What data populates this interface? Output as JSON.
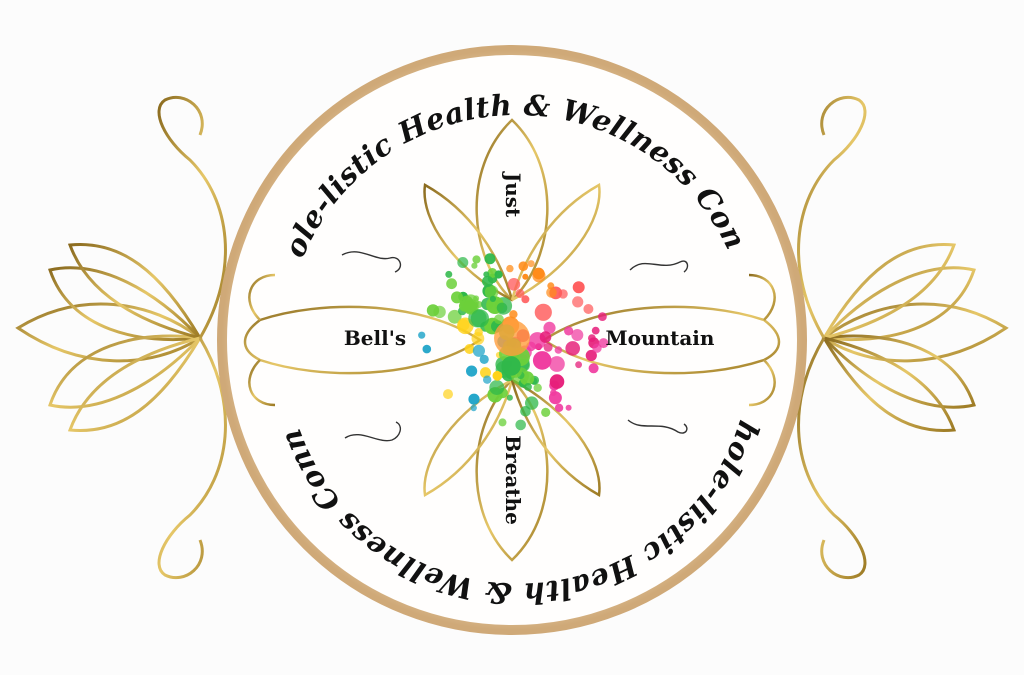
{
  "logo": {
    "arc_text_top": "The Whole-listic Health & Wellness Connection",
    "arc_text_bottom": "The Whole-listic Health & Wellness Connection",
    "words": {
      "top": "Just",
      "left": "Bell's",
      "right": "Mountain",
      "bottom": "Breathe"
    }
  },
  "colors": {
    "gold": "#c9a437",
    "gold_dark": "#8a6a1e",
    "ring": "#d8b889",
    "text": "#111111",
    "dots": [
      "#ff8c1a",
      "#ffd21a",
      "#2fb84a",
      "#1fa4c8",
      "#f03ca0",
      "#ff5a5a",
      "#e61e7a",
      "#6cd03a"
    ]
  }
}
